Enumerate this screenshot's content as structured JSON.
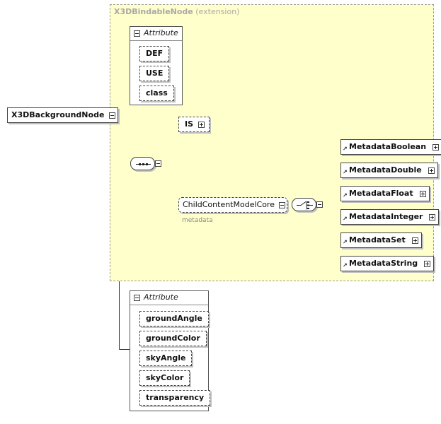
{
  "extension": {
    "base": "X3DBindableNode",
    "suffix": "(extension)"
  },
  "root": {
    "name": "X3DBackgroundNode"
  },
  "attribute_groups": [
    {
      "heading": "Attribute",
      "attributes": [
        "DEF",
        "USE",
        "class"
      ]
    },
    {
      "heading": "Attribute",
      "attributes": [
        "groundAngle",
        "groundColor",
        "skyAngle",
        "skyColor",
        "transparency"
      ]
    }
  ],
  "sequence_children": {
    "is_element": "IS",
    "group_ref": "ChildContentModelCore",
    "group_ref_caption": "metadata"
  },
  "choice_children": [
    "MetadataBoolean",
    "MetadataDouble",
    "MetadataFloat",
    "MetadataInteger",
    "MetadataSet",
    "MetadataString"
  ],
  "colors": {
    "extension_fill": "#ffffcc",
    "extension_border": "#9a9a9a",
    "line": "#333333"
  },
  "icons": {
    "collapse": "minus-toggle-icon",
    "expand": "plus-toggle-icon",
    "reference": "reference-arrow-icon",
    "sequence": "sequence-compositor-icon",
    "choice": "choice-compositor-icon"
  }
}
